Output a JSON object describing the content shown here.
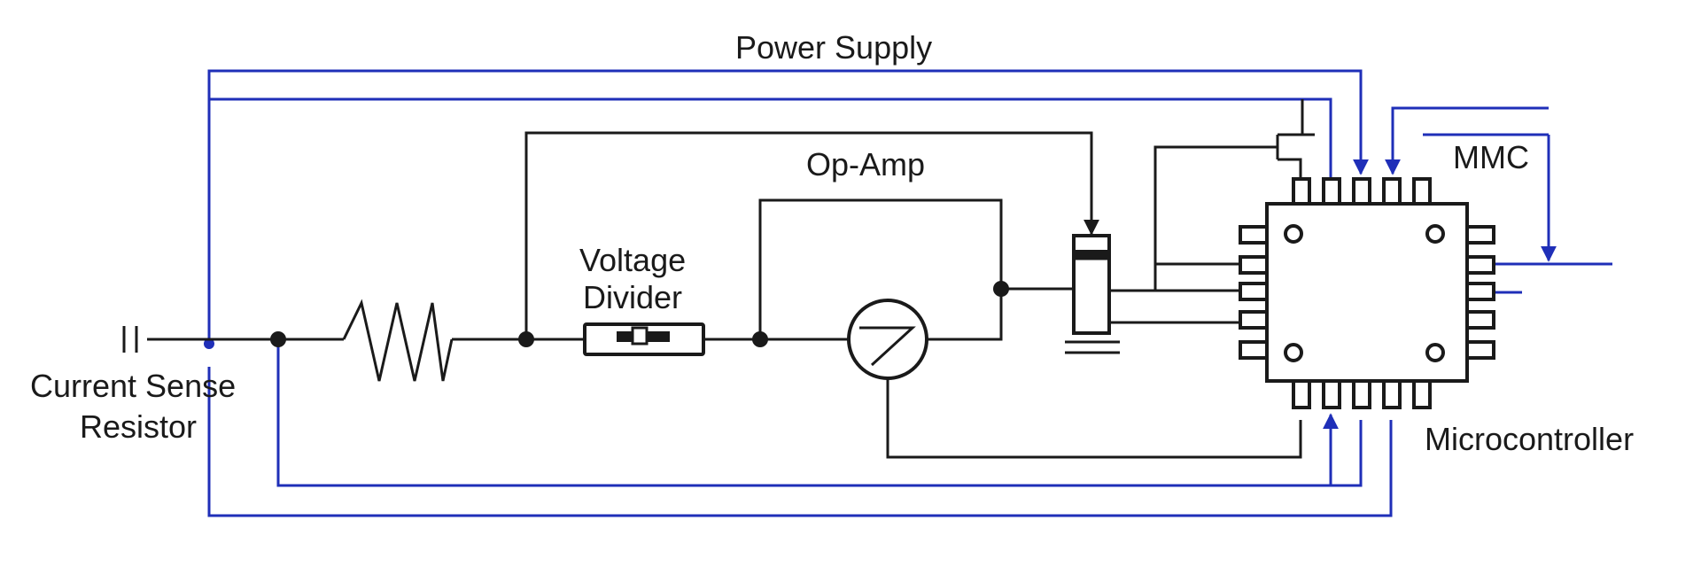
{
  "labels": {
    "power_supply": "Power Supply",
    "op_amp": "Op-Amp",
    "voltage_divider_line1": "Voltage",
    "voltage_divider_line2": "Divider",
    "mmc": "MMC",
    "current_sense_line1": "Current Sense",
    "current_sense_line2": "Resistor",
    "microcontroller": "Microcontroller"
  },
  "colors": {
    "wire_black": "#1a1a1a",
    "wire_blue": "#1f2fb8",
    "background": "#ffffff"
  },
  "icons": {
    "input_terminal": "double-bar-terminal-icon",
    "resistor": "zigzag-resistor-icon",
    "voltage_divider": "rectangular-resistor-icon",
    "op_amp": "circle-amplifier-icon",
    "transistor": "stacked-component-icon",
    "chip": "ic-chip-icon"
  }
}
